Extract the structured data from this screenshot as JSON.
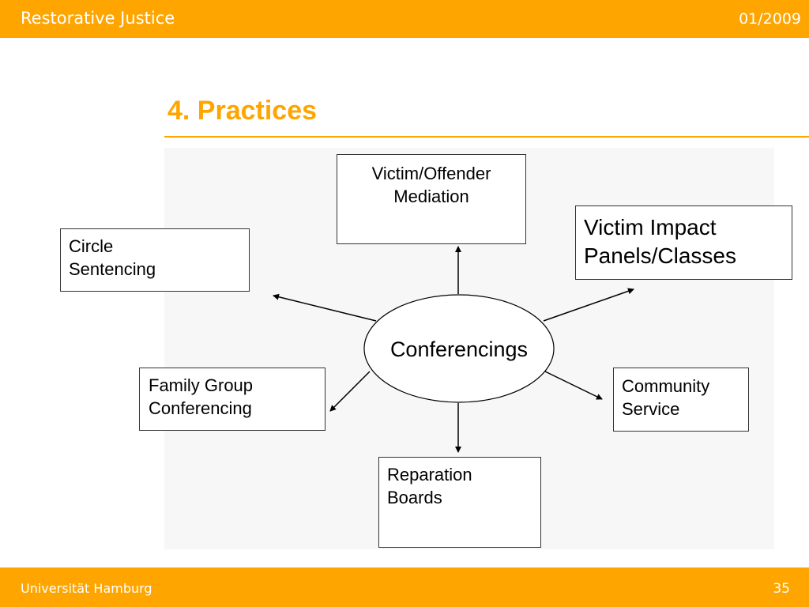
{
  "header": {
    "title": "Restorative Justice",
    "date": "01/2009"
  },
  "slide": {
    "title": "4. Practices"
  },
  "diagram": {
    "center": "Conferencings",
    "nodes": {
      "vom": [
        "Victim/Offender",
        "Mediation"
      ],
      "vip": [
        "Victim Impact",
        "Panels/Classes"
      ],
      "circle": [
        "Circle",
        "Sentencing"
      ],
      "family": [
        "Family Group",
        "Conferencing"
      ],
      "community": [
        "Community",
        "Service"
      ],
      "reparation": [
        "Reparation",
        "Boards"
      ]
    }
  },
  "footer": {
    "university": "Universität Hamburg",
    "page": "35"
  }
}
